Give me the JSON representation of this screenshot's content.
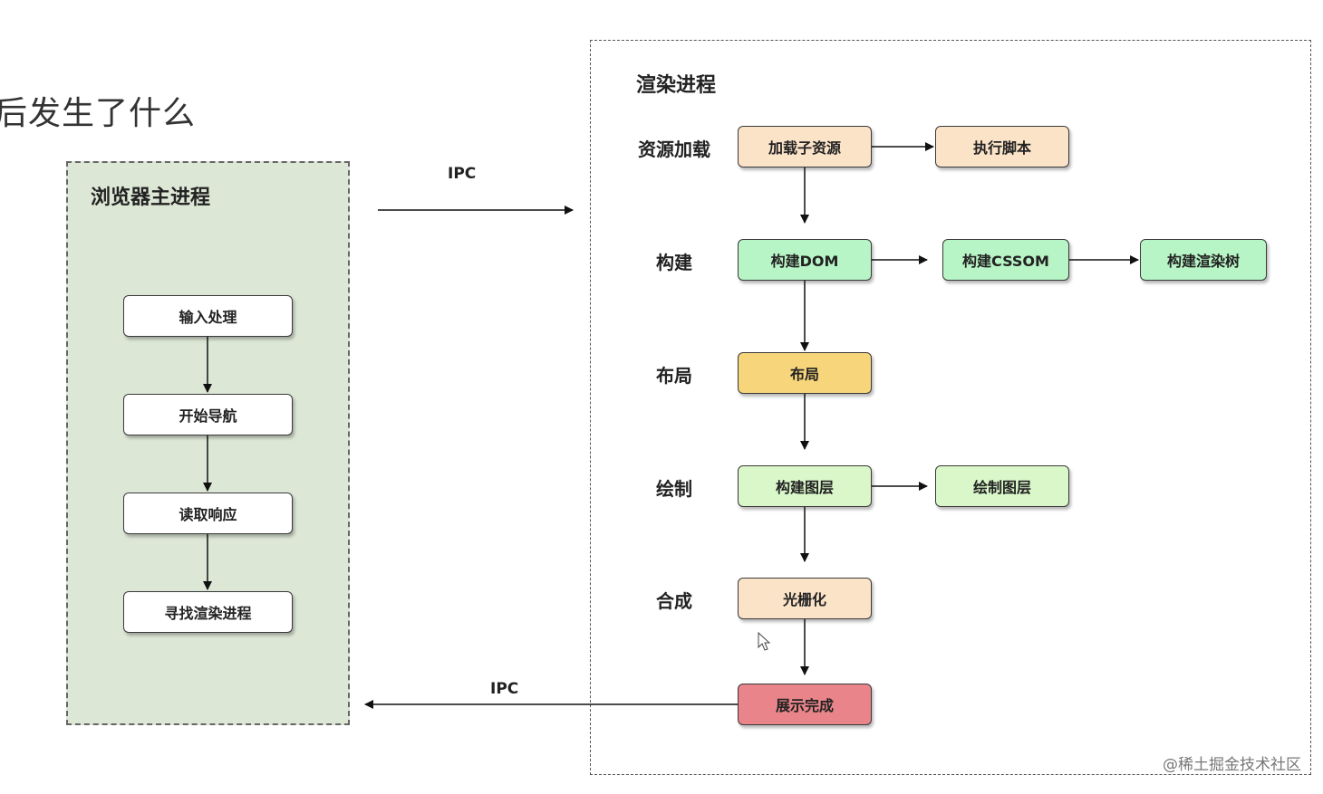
{
  "slide_title_fragment": "后发生了什么",
  "browser_process": {
    "title": "浏览器主进程",
    "steps": [
      "输入处理",
      "开始导航",
      "读取响应",
      "寻找渲染进程"
    ]
  },
  "render_process": {
    "title": "渲染进程",
    "rows": [
      {
        "label": "资源加载",
        "nodes": [
          "加载子资源",
          "执行脚本"
        ]
      },
      {
        "label": "构建",
        "nodes": [
          "构建DOM",
          "构建CSSOM",
          "构建渲染树"
        ]
      },
      {
        "label": "布局",
        "nodes": [
          "布局"
        ]
      },
      {
        "label": "绘制",
        "nodes": [
          "构建图层",
          "绘制图层"
        ]
      },
      {
        "label": "合成",
        "nodes": [
          "光栅化"
        ]
      }
    ],
    "final_node": "展示完成"
  },
  "ipc_top": "IPC",
  "ipc_bottom": "IPC",
  "watermark": "@稀土掘金技术社区",
  "colors": {
    "browser_panel_bg": "#dde7d6",
    "peach": "#fbe3c8",
    "green": "#b8f5c6",
    "light_green": "#d9f7c9",
    "yellow": "#f6d57b",
    "red": "#e8848a"
  }
}
